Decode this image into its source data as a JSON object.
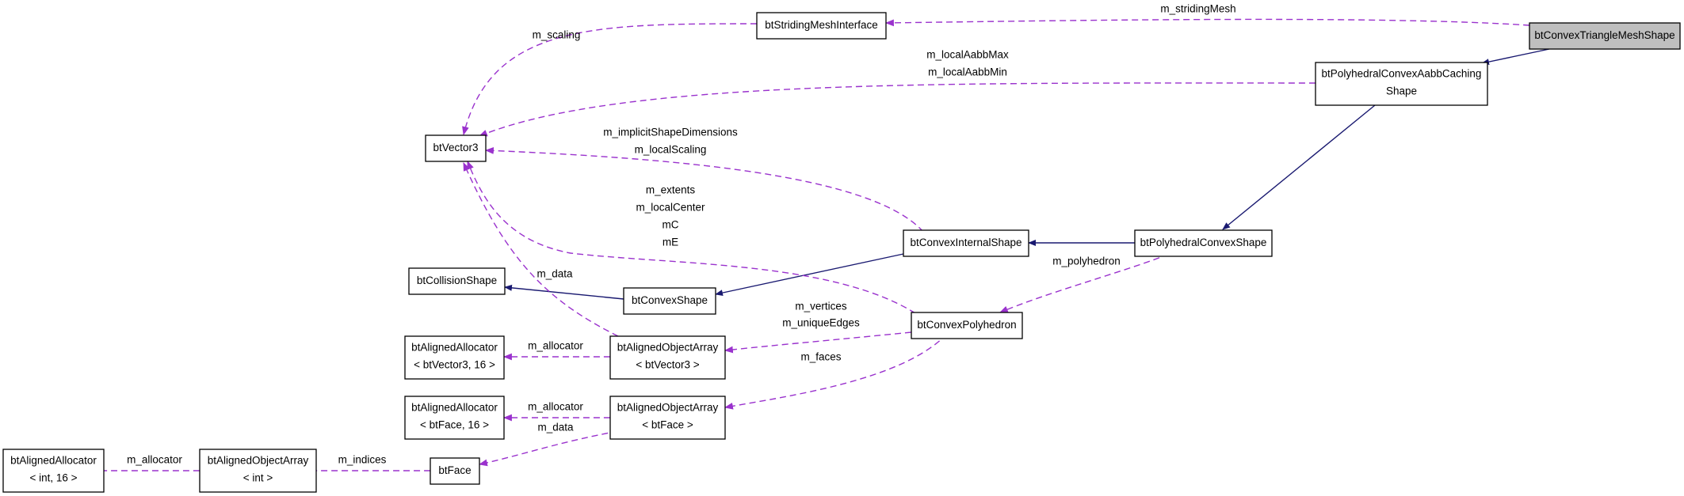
{
  "colors": {
    "inheritance_edge": "#191970",
    "member_edge": "#9a32cd",
    "root_fill": "#bfbfbf",
    "node_fill": "#ffffff"
  },
  "nodes": {
    "btConvexTriangleMeshShape": [
      "btConvexTriangleMeshShape"
    ],
    "btStridingMeshInterface": [
      "btStridingMeshInterface"
    ],
    "btPolyhedralConvexAabbCachingShape": [
      "btPolyhedralConvexAabbCaching",
      "Shape"
    ],
    "btVector3": [
      "btVector3"
    ],
    "btConvexInternalShape": [
      "btConvexInternalShape"
    ],
    "btPolyhedralConvexShape": [
      "btPolyhedralConvexShape"
    ],
    "btCollisionShape": [
      "btCollisionShape"
    ],
    "btConvexShape": [
      "btConvexShape"
    ],
    "btConvexPolyhedron": [
      "btConvexPolyhedron"
    ],
    "btAlignedAllocator_btVector3": [
      "btAlignedAllocator",
      "< btVector3, 16 >"
    ],
    "btAlignedObjectArray_btVector3": [
      "btAlignedObjectArray",
      "< btVector3 >"
    ],
    "btAlignedAllocator_btFace": [
      "btAlignedAllocator",
      "< btFace, 16 >"
    ],
    "btAlignedObjectArray_btFace": [
      "btAlignedObjectArray",
      "< btFace >"
    ],
    "btAlignedAllocator_int": [
      "btAlignedAllocator",
      "< int, 16 >"
    ],
    "btAlignedObjectArray_int": [
      "btAlignedObjectArray",
      "< int >"
    ],
    "btFace": [
      "btFace"
    ]
  },
  "edge_labels": {
    "m_stridingMesh": [
      "m_stridingMesh"
    ],
    "m_scaling": [
      "m_scaling"
    ],
    "m_localAabb": [
      "m_localAabbMax",
      "m_localAabbMin"
    ],
    "m_implicitShape": [
      "m_implicitShapeDimensions",
      "m_localScaling"
    ],
    "m_extents": [
      "m_extents",
      "m_localCenter",
      "mC",
      "mE"
    ],
    "m_data_vec": [
      "m_data"
    ],
    "m_polyhedron": [
      "m_polyhedron"
    ],
    "m_vertices": [
      "m_vertices",
      "m_uniqueEdges"
    ],
    "m_faces": [
      "m_faces"
    ],
    "m_allocator_vec": [
      "m_allocator"
    ],
    "m_allocator_face": [
      "m_allocator"
    ],
    "m_data_face": [
      "m_data"
    ],
    "m_allocator_int": [
      "m_allocator"
    ],
    "m_indices": [
      "m_indices"
    ]
  }
}
